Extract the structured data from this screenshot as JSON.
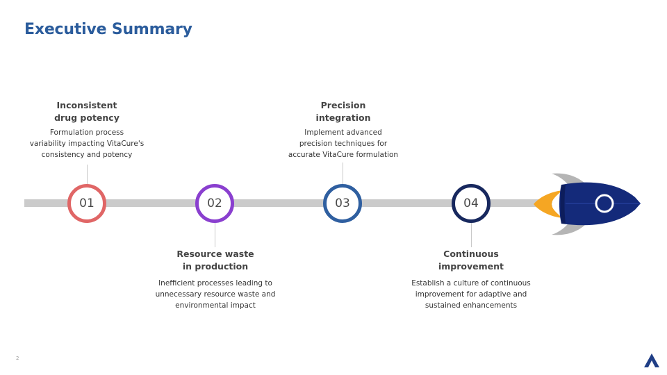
{
  "slide": {
    "title": "Executive Summary",
    "page_number": "2"
  },
  "colors": {
    "title": "#2b5c9c",
    "timeline": "#cbcbcb",
    "step1": "#e06666",
    "step2": "#8a3fcf",
    "step3": "#2f5fa0",
    "step4": "#17285e",
    "rocket_body": "#142a7a",
    "rocket_flame": "#f5a623",
    "rocket_fins": "#b5b5b5"
  },
  "steps": [
    {
      "number": "01",
      "title_line1": "Inconsistent",
      "title_line2": "drug potency",
      "desc_line1": "Formulation process",
      "desc_line2": "variability impacting VitaCure's",
      "desc_line3": "consistency and potency"
    },
    {
      "number": "02",
      "title_line1": "Resource waste",
      "title_line2": "in production",
      "desc_line1": "Inefficient processes leading to",
      "desc_line2": "unnecessary resource waste and",
      "desc_line3": "environmental impact"
    },
    {
      "number": "03",
      "title_line1": "Precision",
      "title_line2": "integration",
      "desc_line1": "Implement advanced",
      "desc_line2": "precision techniques for",
      "desc_line3": "accurate VitaCure formulation"
    },
    {
      "number": "04",
      "title_line1": "Continuous",
      "title_line2": "improvement",
      "desc_line1": "Establish a culture of continuous",
      "desc_line2": "improvement for adaptive and",
      "desc_line3": "sustained enhancements"
    }
  ],
  "icons": {
    "rocket": "rocket-icon",
    "logo": "brand-logo-icon"
  }
}
